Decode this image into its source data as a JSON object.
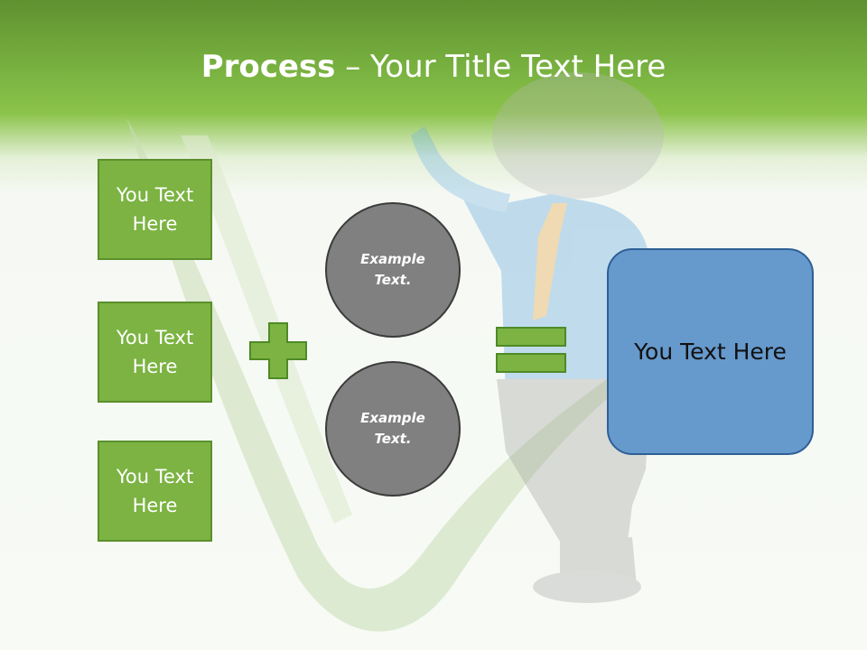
{
  "slide": {
    "title_bold": "Process",
    "title_rest": " – Your Title Text Here"
  },
  "left_boxes": [
    {
      "text": "You Text\nHere"
    },
    {
      "text": "You Text\nHere"
    },
    {
      "text": "You Text\nHere"
    }
  ],
  "circles": [
    {
      "text": "Example\nText."
    },
    {
      "text": "Example\nText."
    }
  ],
  "result_box": {
    "text": "You Text Here"
  },
  "icons": {
    "plus": "plus-icon",
    "equals": "equals-icon"
  },
  "colors": {
    "header_green": "#7fb944",
    "box_green": "#7cb342",
    "circle_gray": "#808080",
    "result_blue": "#6699cc"
  }
}
